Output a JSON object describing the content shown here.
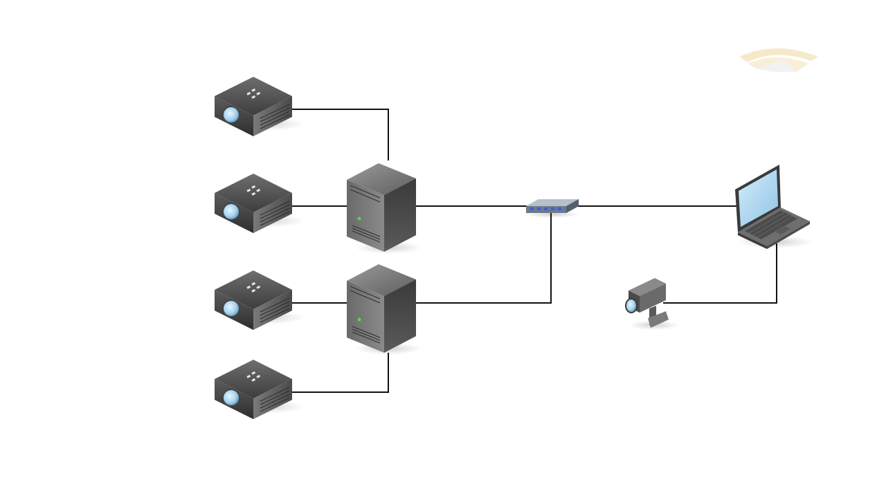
{
  "diagram": {
    "type": "network-topology",
    "nodes": [
      {
        "id": "projector-1",
        "icon": "projector-icon"
      },
      {
        "id": "projector-2",
        "icon": "projector-icon"
      },
      {
        "id": "projector-3",
        "icon": "projector-icon"
      },
      {
        "id": "projector-4",
        "icon": "projector-icon"
      },
      {
        "id": "server-1",
        "icon": "server-tower-icon"
      },
      {
        "id": "server-2",
        "icon": "server-tower-icon"
      },
      {
        "id": "network-switch",
        "icon": "network-switch-icon"
      },
      {
        "id": "laptop",
        "icon": "laptop-icon"
      },
      {
        "id": "camera",
        "icon": "camera-icon"
      },
      {
        "id": "logo",
        "icon": "watermark-logo-icon"
      }
    ],
    "edges": [
      [
        "projector-1",
        "server-1"
      ],
      [
        "projector-2",
        "server-1"
      ],
      [
        "projector-3",
        "server-2"
      ],
      [
        "projector-4",
        "server-2"
      ],
      [
        "server-1",
        "network-switch"
      ],
      [
        "server-2",
        "network-switch"
      ],
      [
        "network-switch",
        "laptop"
      ],
      [
        "camera",
        "laptop"
      ]
    ]
  },
  "colors": {
    "connector": "#111111",
    "device_body": "#5a5a5a",
    "device_dark": "#2f2f2f",
    "lens": "#bcdcf2",
    "screen": "#a9d3ee",
    "logo": "#f0d8a0"
  }
}
